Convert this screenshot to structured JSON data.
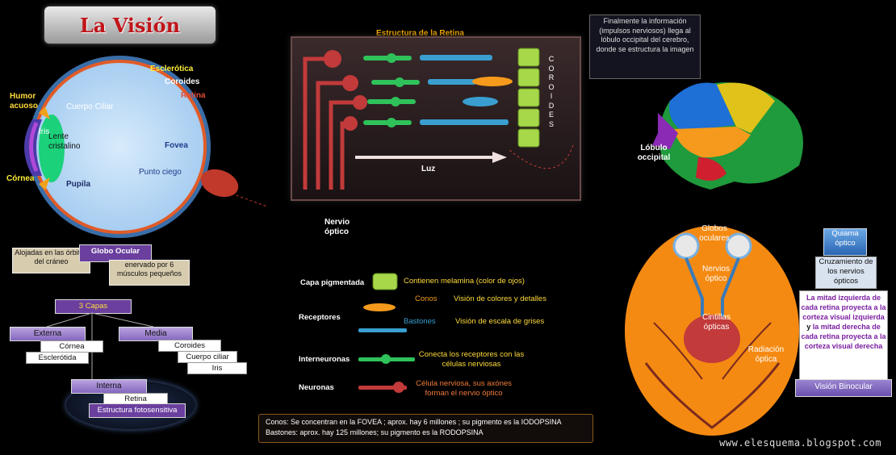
{
  "title": "La Visión",
  "eye": {
    "esclerotica": "Esclerótica",
    "coroides": "Coroides",
    "retina": "Retina",
    "humor_acuoso": "Humor acuoso",
    "cuerpo_ciliar": "Cuerpo Ciliar",
    "iris": "Iris",
    "lente": "Lente cristalino",
    "fovea": "Fovea",
    "punto_ciego": "Punto ciego",
    "cornea": "Córnea",
    "pupila": "Pupila",
    "nervio_optico": "Nervio óptico"
  },
  "retina_structure": {
    "title": "Estructura de la Retina",
    "coroides_vertical": [
      "C",
      "O",
      "R",
      "O",
      "I",
      "D",
      "E",
      "S"
    ],
    "luz": "Luz"
  },
  "tree": {
    "globo_ocular": "Globo Ocular",
    "alojadas": "Alojadas en las órbitas del cráneo",
    "enervado": "enervado por 6 músculos pequeños",
    "capas": "3 Capas",
    "externa": "Externa",
    "cornea": "Córnea",
    "esclerotida": "Esclerótida",
    "media": "Media",
    "coroides": "Coroides",
    "cuerpo_ciliar": "Cuerpo ciliar",
    "iris": "Iris",
    "interna": "Interna",
    "retina": "Retina",
    "estructura": "Estructura fotosensitiva"
  },
  "legend": {
    "capa_pigmentada": "Capa pigmentada",
    "capa_desc": "Contienen melamina (color de ojos)",
    "receptores": "Receptores",
    "conos": "Conos",
    "conos_desc": "Visión de colores y detalles",
    "bastones": "Bastones",
    "bastones_desc": "Visión de escala de grises",
    "interneuronas": "Interneuronas",
    "interneuronas_desc": "Conecta los receptores con las células nerviosas",
    "neuronas": "Neuronas",
    "neuronas_desc": "Célula nerviosa, sus axónes forman el nervio óptico"
  },
  "info": {
    "line1": "Conos:  Se concentran en la FOVEA ; aprox. hay 6 millones ; su pigmento es la IODOPSINA",
    "line2": "Bastones: aprox. hay 125 millones; su pigmento es la RODOPSINA"
  },
  "brain": {
    "note": "Finalmente la información (impulsos nerviosos) llega al lóbulo occipital del cerebro, donde se estructura la imagen",
    "lobulo": "Lóbulo occipital"
  },
  "bottom_brain": {
    "globos": "Globos oculares",
    "nervios": "Nervios óptico",
    "cintillas": "Cintillas ópticas",
    "radiacion": "Radiación óptica",
    "quiama": "Quiama óptico",
    "cruzamiento": "Cruzamiento de los nervios ópticos",
    "binocular_text_a": "La mitad izquierda de cada retina proyecta a la corteza visual izquierda",
    "binocular_text_y": " y ",
    "binocular_text_b": "la mitad derecha de cada retina proyecta a la corteza visual derecha",
    "vision_binocular": "Visión Binocular"
  },
  "website": "www.elesquema.blogspot.com",
  "colors": {
    "title_red": "#c0151a",
    "label_yellow": "#ffdb3a",
    "retina_red": "#c0392b",
    "binocular_purple": "#7a1ea0"
  }
}
